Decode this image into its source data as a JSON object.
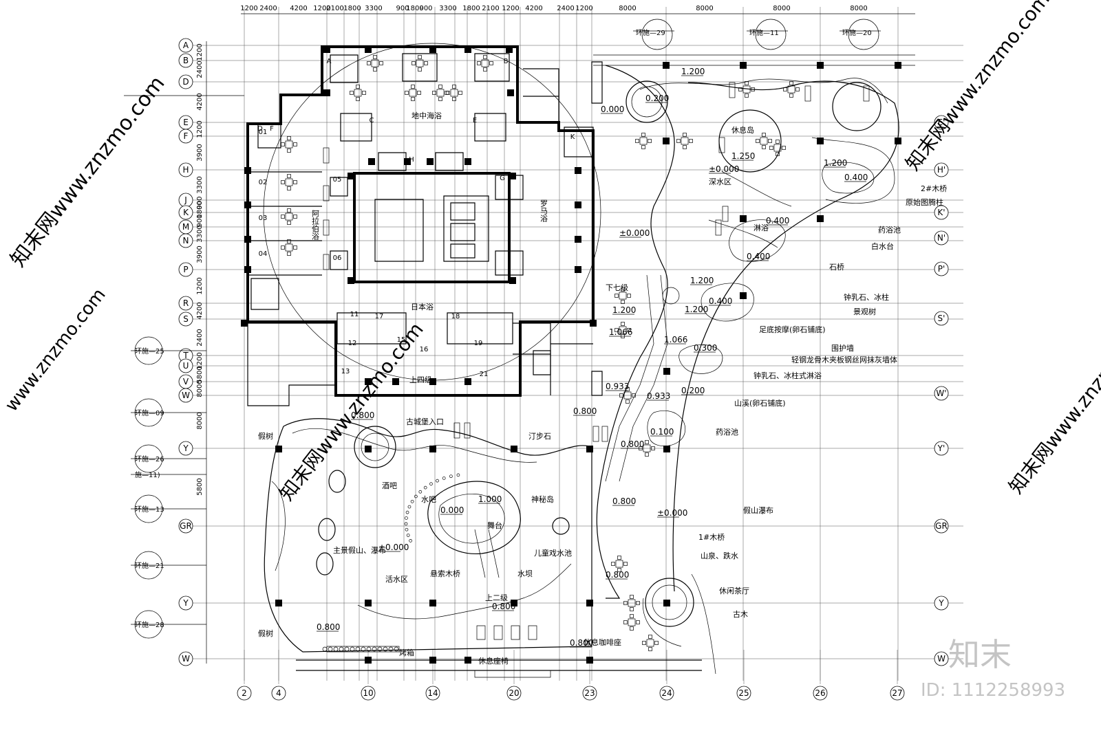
{
  "top_dimensions": [
    "1200",
    "2400",
    "4200",
    "1200",
    "2100",
    "1800",
    "3300",
    "900",
    "1800",
    "900",
    "3300",
    "1800",
    "2100",
    "1200",
    "4200",
    "2400",
    "1200",
    "8000",
    "8000",
    "8000",
    "8000"
  ],
  "left_dimensions": [
    "1200",
    "2400",
    "4200",
    "1200",
    "3900",
    "3300",
    "900",
    "1800",
    "900",
    "3300",
    "3900",
    "1200",
    "4200",
    "2400",
    "1200",
    "5800",
    "8000",
    "8000",
    "5800"
  ],
  "row_axes": [
    "A",
    "B",
    "D",
    "E",
    "F",
    "H",
    "J",
    "K",
    "M",
    "N",
    "P",
    "R",
    "S",
    "T",
    "U",
    "V",
    "W",
    "Y",
    "GR",
    "Y",
    "W"
  ],
  "right_axes": [
    "E'",
    "H'",
    "K'",
    "N'",
    "P'",
    "S'",
    "W'",
    "Y'",
    "GR",
    "Y",
    "W"
  ],
  "bottom_axes": [
    "2",
    "4",
    "10",
    "14",
    "20",
    "23",
    "24",
    "25",
    "26",
    "27"
  ],
  "detail_refs_left": [
    "环施—25",
    "环施—09",
    "环施—26",
    "施—11)",
    "环施—13",
    "环施—21",
    "环施—28"
  ],
  "detail_refs_top": [
    "环施—29",
    "环施—11",
    "环施—20"
  ],
  "room_labels": {
    "mediterranean": "地中海浴",
    "arabic": "阿拉伯浴",
    "roman": "罗马浴",
    "japanese": "日本浴",
    "up_four": "上四级",
    "entrance": "古城堡入口",
    "down_seven": "下七级",
    "up_two": "上二级"
  },
  "garden_labels": {
    "rest_island": "休息岛",
    "deep_water": "深水区",
    "shower": "淋浴",
    "bridge2": "2#木桥",
    "totem": "原始图腾柱",
    "herbal_pool": "药浴池",
    "white_water": "白水台",
    "stone_bridge": "石桥",
    "stalactite": "钟乳石、冰柱",
    "landscape_tree": "景观树",
    "foot_massage": "足底按摩(卵石铺底)",
    "enclosure": "围护墙",
    "wall_spec": "轻钢龙骨木夹板钢丝网抹灰墙体",
    "stalactite_shower": "钟乳石、冰柱式淋浴",
    "creek": "山溪(卵石铺底)",
    "herbal_pool2": "药浴池",
    "stepping_stone": "汀步石",
    "fake_tree_top": "假树",
    "bar": "酒吧",
    "water_bar": "水吧",
    "mystery_island": "神秘岛",
    "stage": "舞台",
    "main_rockery": "主景假山、瀑布",
    "active_water": "活水区",
    "rope_bridge": "悬索木桥",
    "dam": "水坝",
    "kids_pool": "儿童戏水池",
    "rockery_fall": "假山瀑布",
    "bridge1": "1#木桥",
    "spring": "山泉、跌水",
    "tea_house": "休闲茶厅",
    "old_tree": "古木",
    "fake_tree_bottom": "假树",
    "bbq": "烤箱",
    "rest_seat": "休息座椅",
    "coffee": "休息咖啡座"
  },
  "elevations": [
    "1.200",
    "0.200",
    "0.000",
    "1.250",
    "1.200",
    "0.400",
    "±0.000",
    "0.400",
    "±0.000",
    "0.400",
    "1.200",
    "0.400",
    "1.200",
    "1.200",
    "1.066",
    "1.066",
    "0.300",
    "0.933",
    "0.933",
    "0.200",
    "0.800",
    "0.800",
    "0.100",
    "0.800",
    "1.000",
    "0.000",
    "0.800",
    "±0.000",
    "±0.000",
    "0.800",
    "0.800",
    "0.800",
    "0.800"
  ],
  "room_numbers": [
    "A",
    "B",
    "C",
    "D",
    "E",
    "F",
    "G",
    "H",
    "K",
    "01",
    "02",
    "03",
    "04",
    "05",
    "06",
    "11",
    "12",
    "13",
    "15",
    "16",
    "17",
    "18",
    "19",
    "21"
  ],
  "watermarks": {
    "site_a": "知末网www.znzmo.com",
    "site_b": "www.znzmo.com",
    "brand": "知末",
    "id": "ID: 1112258993"
  }
}
